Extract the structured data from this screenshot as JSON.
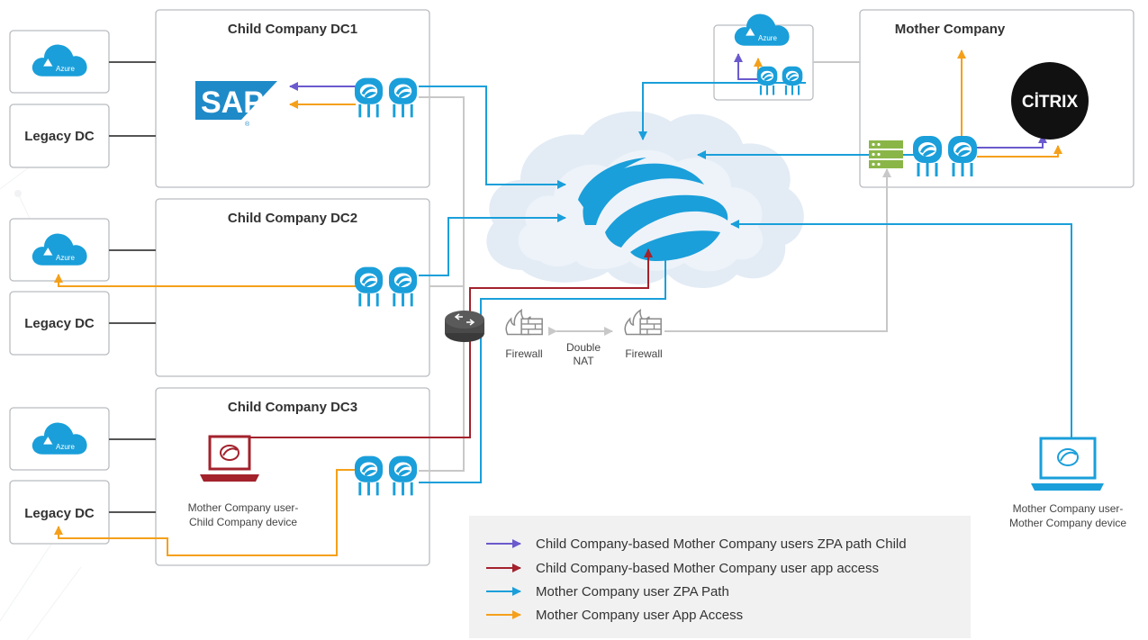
{
  "colors": {
    "purple": "#6a5acd",
    "red": "#a3222c",
    "blue": "#1a9fda",
    "orange": "#f5a01a",
    "gray": "#c8c8c8",
    "box_border": "#b9bcc0"
  },
  "boxes": {
    "dc1": "Child Company DC1",
    "dc2": "Child Company DC2",
    "dc3": "Child Company DC3",
    "mother": "Mother Company",
    "legacy": "Legacy DC",
    "azure": "Azure"
  },
  "apps": {
    "sap": "SAP",
    "citrix": "CİTRIX"
  },
  "network": {
    "firewall_left": "Firewall",
    "firewall_right": "Firewall",
    "double_nat_line1": "Double",
    "double_nat_line2": "NAT"
  },
  "users": {
    "child_line1": "Mother Company user-",
    "child_line2": "Child Company device",
    "mother_line1": "Mother Company user-",
    "mother_line2": "Mother Company device"
  },
  "legend": [
    {
      "label": "Child Company-based Mother Company users ZPA path Child",
      "color": "#6a5acd"
    },
    {
      "label": "Child Company-based Mother Company user app access",
      "color": "#a3222c"
    },
    {
      "label": "Mother Company user ZPA Path",
      "color": "#1a9fda"
    },
    {
      "label": "Mother Company user App Access",
      "color": "#f5a01a"
    }
  ]
}
